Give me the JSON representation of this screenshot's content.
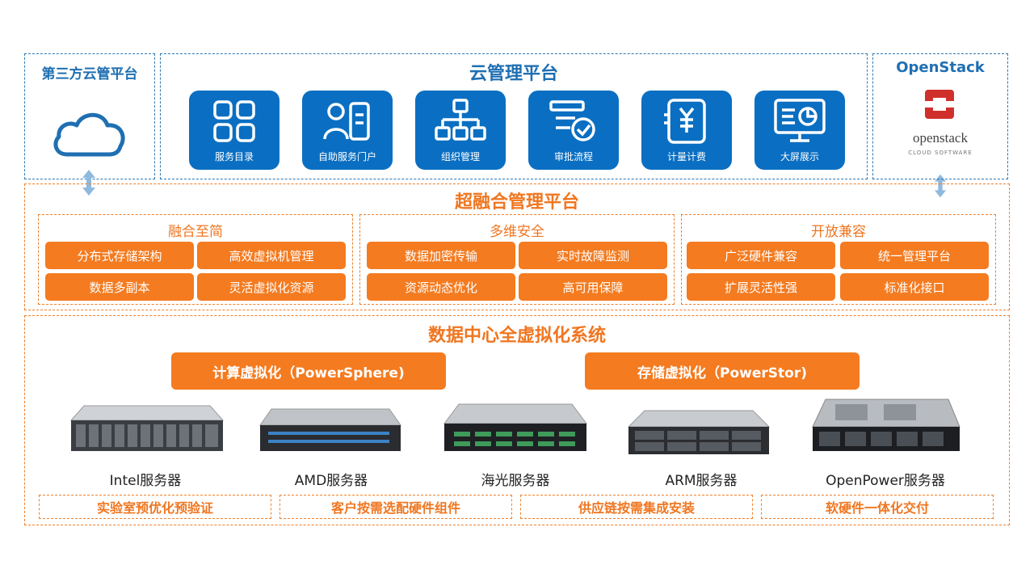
{
  "third_party": {
    "title": "第三方云管平台"
  },
  "cloud_platform": {
    "title": "云管理平台",
    "tiles": [
      {
        "label": "服务目录",
        "icon": "grid-icon"
      },
      {
        "label": "自助服务门户",
        "icon": "user-portal-icon"
      },
      {
        "label": "组织管理",
        "icon": "org-chart-icon"
      },
      {
        "label": "审批流程",
        "icon": "approval-icon"
      },
      {
        "label": "计量计费",
        "icon": "billing-icon"
      },
      {
        "label": "大屏展示",
        "icon": "dashboard-icon"
      }
    ]
  },
  "openstack": {
    "title": "OpenStack",
    "logo_text": "openstack",
    "logo_sub": "CLOUD SOFTWARE"
  },
  "hci": {
    "title": "超融合管理平台",
    "groups": [
      {
        "title": "融合至简",
        "items": [
          "分布式存储架构",
          "高效虚拟机管理",
          "数据多副本",
          "灵活虚拟化资源"
        ]
      },
      {
        "title": "多维安全",
        "items": [
          "数据加密传输",
          "实时故障监测",
          "资源动态优化",
          "高可用保障"
        ]
      },
      {
        "title": "开放兼容",
        "items": [
          "广泛硬件兼容",
          "统一管理平台",
          "扩展灵活性强",
          "标准化接口"
        ]
      }
    ]
  },
  "dc": {
    "title": "数据中心全虚拟化系统",
    "compute_btn": "计算虚拟化（PowerSphere)",
    "storage_btn": "存储虚拟化（PowerStor)",
    "servers": [
      "Intel服务器",
      "AMD服务器",
      "海光服务器",
      "ARM服务器",
      "OpenPower服务器"
    ],
    "features": [
      "实验室预优化预验证",
      "客户按需选配硬件组件",
      "供应链按需集成安装",
      "软硬件一体化交付"
    ]
  },
  "colors": {
    "blue": "#0a6fc2",
    "orange": "#f47b20"
  }
}
